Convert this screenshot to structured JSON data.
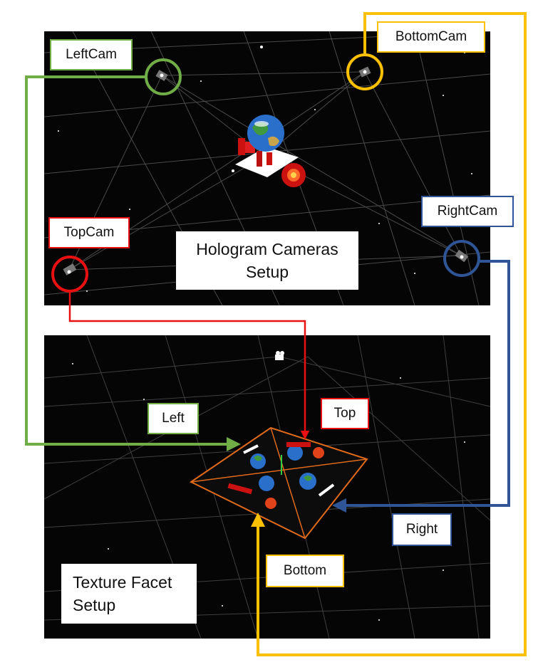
{
  "colors": {
    "left": "#70ad47",
    "bottom": "#ffc000",
    "top": "#e81010",
    "right": "#2f5597"
  },
  "cameras_scene": {
    "caption_line1": "Hologram Cameras",
    "caption_line2": "Setup",
    "camera_labels": {
      "left": "LeftCam",
      "bottom": "BottomCam",
      "top": "TopCam",
      "right": "RightCam"
    }
  },
  "facet_scene": {
    "caption_line1": "Texture Facet",
    "caption_line2": "Setup",
    "facet_labels": {
      "left": "Left",
      "top": "Top",
      "right": "Right",
      "bottom": "Bottom"
    }
  }
}
